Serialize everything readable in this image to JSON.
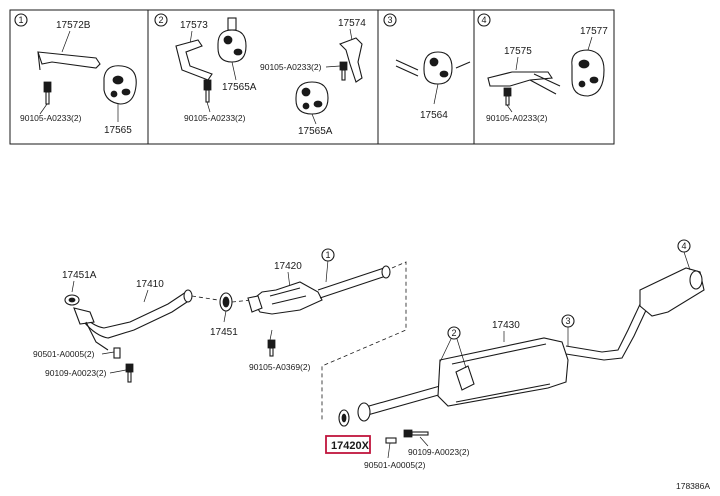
{
  "panels": [
    {
      "index": "1",
      "labels": {
        "bracket": "17572B",
        "bolt": "90105-A0233(2)",
        "hanger": "17565"
      }
    },
    {
      "index": "2",
      "labels": {
        "pipe": "17573",
        "pipe_b": "17574",
        "bolt": "90105-A0233(2)",
        "bolt_b": "90105-A0233(2)",
        "hanger": "17565A",
        "hanger_b": "17565A"
      }
    },
    {
      "index": "3",
      "labels": {
        "hanger": "17564"
      }
    },
    {
      "index": "4",
      "labels": {
        "bracket": "17575",
        "hanger": "17577",
        "bolt": "90105-A0233(2)"
      }
    }
  ],
  "main": {
    "labels": {
      "gasket_front": "17451A",
      "front_pipe": "17410",
      "gasket_mid": "17451",
      "center_pipe": "17420",
      "bolt_c": "90105-A0369(2)",
      "spring": "90501-A0005(2)",
      "bolt_a": "90109-A0023(2)",
      "tail_pipe": "17430",
      "highlight_part": "17420X",
      "bolt_b": "90109-A0023(2)",
      "spring_b": "90501-A0005(2)"
    },
    "callouts": [
      "1",
      "2",
      "3",
      "4"
    ],
    "highlight_color": "#c0143c"
  },
  "footer": {
    "drawing_code": "178386A"
  }
}
